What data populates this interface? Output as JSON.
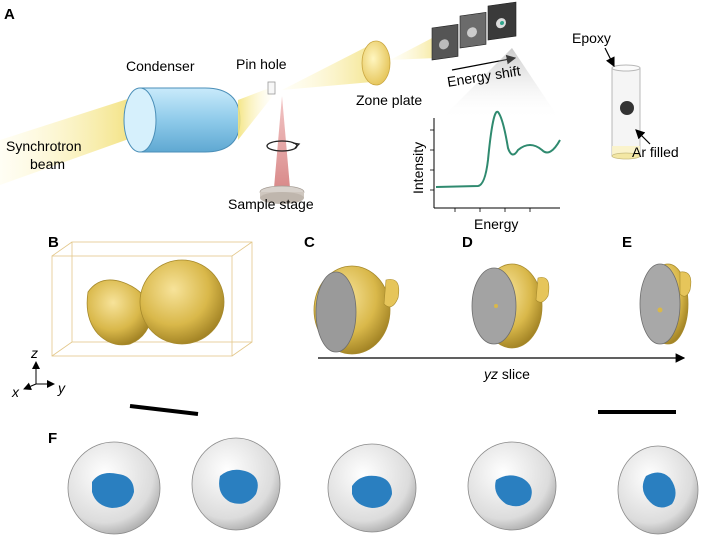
{
  "panels": {
    "a": "A",
    "b": "B",
    "c": "C",
    "d": "D",
    "e": "E",
    "f": "F"
  },
  "setup": {
    "synchrotron_line1": "Synchrotron",
    "synchrotron_line2": "beam",
    "condenser": "Condenser",
    "pinhole": "Pin hole",
    "sample_stage": "Sample stage",
    "zone_plate": "Zone plate",
    "energy_shift": "Energy shift",
    "epoxy": "Epoxy",
    "ar_filled": "Ar filled"
  },
  "spectrum": {
    "xlabel": "Energy",
    "ylabel": "Intensity"
  },
  "axes3d": {
    "z": "z",
    "x": "x",
    "y": "y"
  },
  "slice": {
    "label_italic": "yz",
    "label_rest": " slice"
  },
  "colors": {
    "condenser": "#9fd3ee",
    "beam": "#f3e37a",
    "gold": "#d9b84a",
    "spectrum": "#2f8a6f",
    "blue": "#2a7fc0",
    "shell": "#e6e6e6"
  }
}
